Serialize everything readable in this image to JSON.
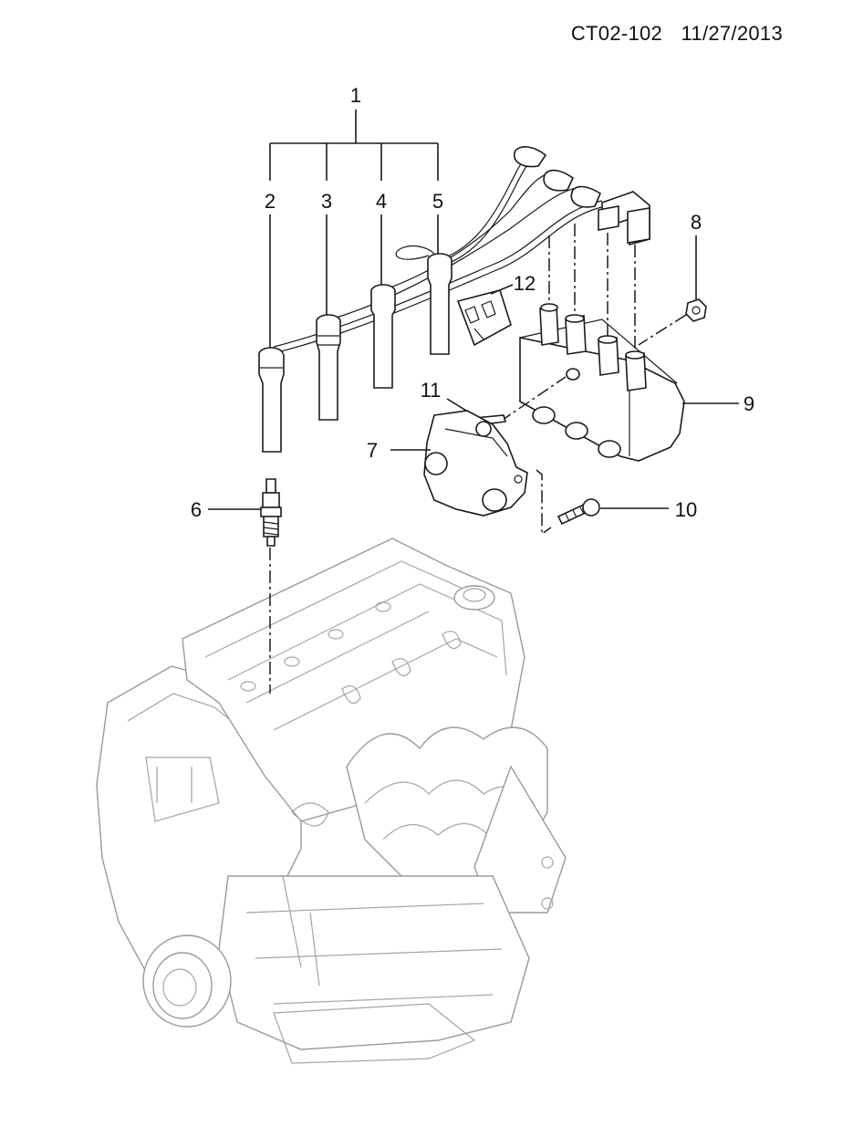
{
  "header": {
    "code": "CT02-102",
    "date": "11/27/2013"
  },
  "callouts": {
    "c1": "1",
    "c2": "2",
    "c3": "3",
    "c4": "4",
    "c5": "5",
    "c6": "6",
    "c7": "7",
    "c8": "8",
    "c9": "9",
    "c10": "10",
    "c11": "11",
    "c12": "12"
  }
}
